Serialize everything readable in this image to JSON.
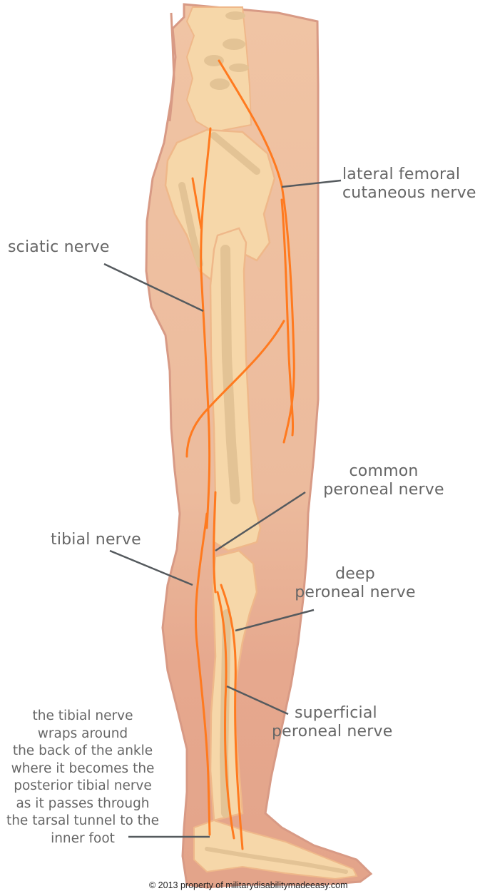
{
  "diagram": {
    "subject": "lateral view of leg showing nerves",
    "colors": {
      "skin": "#efc3a3",
      "skin_lower": "#e6a88d",
      "skin_outline": "#d89a85",
      "bone": "#f6d7a9",
      "bone_shade": "#e3c395",
      "bone_outline": "#efb88a",
      "nerve": "#ff7a1f",
      "leader_line": "#555a5e",
      "label_text": "#666666"
    }
  },
  "labels": {
    "lateral_femoral": [
      "lateral femoral",
      "cutaneous nerve"
    ],
    "sciatic": [
      "sciatic nerve"
    ],
    "common_peroneal": [
      "common",
      "peroneal nerve"
    ],
    "tibial": [
      "tibial nerve"
    ],
    "deep_peroneal": [
      "deep",
      "peroneal nerve"
    ],
    "superficial_peroneal": [
      "superficial",
      "peroneal nerve"
    ]
  },
  "note": {
    "lines": [
      "the tibial nerve",
      "wraps around",
      "the back of the ankle",
      "where it becomes the",
      "posterior tibial nerve",
      "as it passes through",
      "the tarsal tunnel to the",
      "inner foot"
    ]
  },
  "footer": {
    "copyright": "© 2013 property of militarydisabilitymadeeasy.com"
  }
}
